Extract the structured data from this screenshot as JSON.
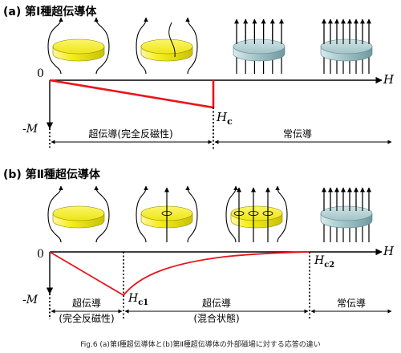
{
  "type1": {
    "title": "(a) 第Ⅰ種超伝導体",
    "zero": "0",
    "minus_m": "-M",
    "h_axis": "H",
    "hc_main": "H",
    "hc_sub": "c",
    "region_super": "超伝導(完全反磁性)",
    "region_normal": "常伝導"
  },
  "type2": {
    "title": "(b) 第Ⅱ種超伝導体",
    "zero": "0",
    "minus_m": "-M",
    "h_axis": "H",
    "hc1_main": "H",
    "hc1_sub": "c1",
    "hc2_main": "H",
    "hc2_sub": "c2",
    "region1_line1": "超伝導",
    "region1_line2": "(完全反磁性)",
    "region2_line1": "超伝導",
    "region2_line2": "(混合状態)",
    "region3": "常伝導"
  },
  "caption": "Fig.6 (a)第Ⅰ種超伝導体と(b)第Ⅱ種超伝導体の外部磁場に対する応答の違い",
  "colors": {
    "superconductor": "#f2ec1a",
    "normal_disk": "#9fc4c9",
    "curve": "#e8141c"
  }
}
